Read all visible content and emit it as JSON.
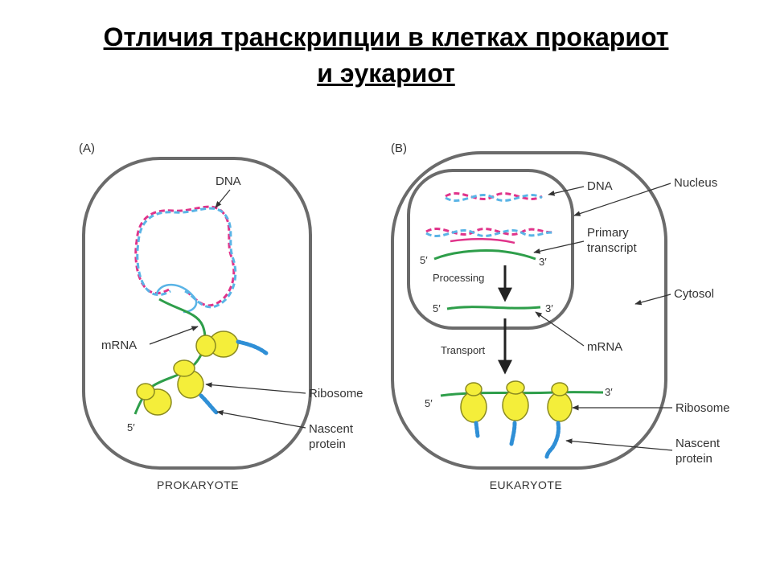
{
  "title": {
    "line1": "Отличия транскрипции в клетках прокариот",
    "line2": "и эукариот"
  },
  "panel_a": {
    "tag": "(A)",
    "labels": {
      "dna": "DNA",
      "mrna": "mRNA",
      "ribosome": "Ribosome",
      "nascent_line1": "Nascent",
      "nascent_line2": "protein",
      "five_prime": "5′"
    },
    "caption": "PROKARYOTE"
  },
  "panel_b": {
    "tag": "(B)",
    "labels": {
      "dna": "DNA",
      "nucleus": "Nucleus",
      "primary_line1": "Primary",
      "primary_line2": "transcript",
      "processing": "Processing",
      "cytosol": "Cytosol",
      "transport": "Transport",
      "mrna": "mRNA",
      "ribosome": "Ribosome",
      "nascent_line1": "Nascent",
      "nascent_line2": "protein",
      "five_prime": "5′",
      "three_prime": "3′"
    },
    "caption": "EUKARYOTE"
  },
  "colors": {
    "membrane": "#6b6b6b",
    "dna_strand_a": "#e0338a",
    "dna_strand_b": "#5ab4e6",
    "rna": "#2e9e4a",
    "ribosome": "#f4ee3a",
    "ribosome_outline": "#8a8a20",
    "protein": "#2f8fd6"
  }
}
